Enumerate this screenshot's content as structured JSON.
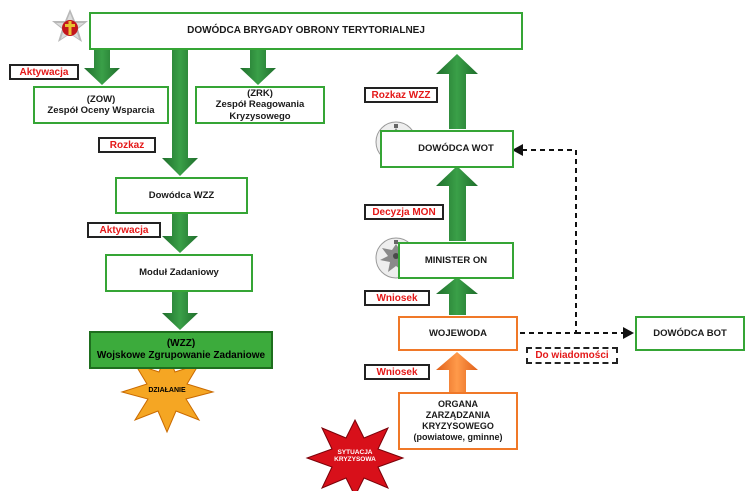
{
  "brigade": {
    "label": "DOWÓDCA BRYGADY OBRONY TERYTORIALNEJ"
  },
  "zow": {
    "line1": "(ZOW)",
    "line2": "Zespół Oceny Wsparcia"
  },
  "zrk": {
    "line1": "(ZRK)",
    "line2": "Zespół Reagowania",
    "line3": "Kryzysowego"
  },
  "dowodca_wzz": {
    "label": "Dowódca WZZ"
  },
  "modul": {
    "label": "Moduł Zadaniowy"
  },
  "wzz": {
    "line1": "(WZZ)",
    "line2": "Wojskowe Zgrupowanie Zadaniowe"
  },
  "dzialanie": {
    "label": "DZIAŁANIE"
  },
  "dowodca_wot": {
    "label": "DOWÓDCA WOT"
  },
  "minister": {
    "label": "MINISTER ON"
  },
  "wojewoda": {
    "label": "WOJEWODA"
  },
  "organa": {
    "line1": "ORGANA",
    "line2": "ZARZĄDZANIA",
    "line3": "KRYZYSOWEGO",
    "line4": "(powiatowe, gminne)"
  },
  "dowodca_bot": {
    "label": "DOWÓDCA BOT"
  },
  "sytuacja": {
    "line1": "SYTUACJA",
    "line2": "KRYZYSOWA"
  },
  "tags": {
    "aktywacja_1": "Aktywacja",
    "rozkaz": "Rozkaz",
    "aktywacja_2": "Aktywacja",
    "rozkaz_wzz": "Rozkaz WZZ",
    "decyzja_mon": "Decyzja MON",
    "wniosek_1": "Wniosek",
    "wniosek_2": "Wniosek",
    "do_wiadomosci": "Do wiadomości"
  },
  "colors": {
    "green_border": "#35a535",
    "green_arrow": "#2e8b3a",
    "orange_border": "#f07828",
    "orange_arrow": "#f07828",
    "red_text": "#e41818",
    "wzz_fill": "#3cab3c",
    "burst_orange": "#f5a623",
    "burst_red": "#d8101a"
  }
}
